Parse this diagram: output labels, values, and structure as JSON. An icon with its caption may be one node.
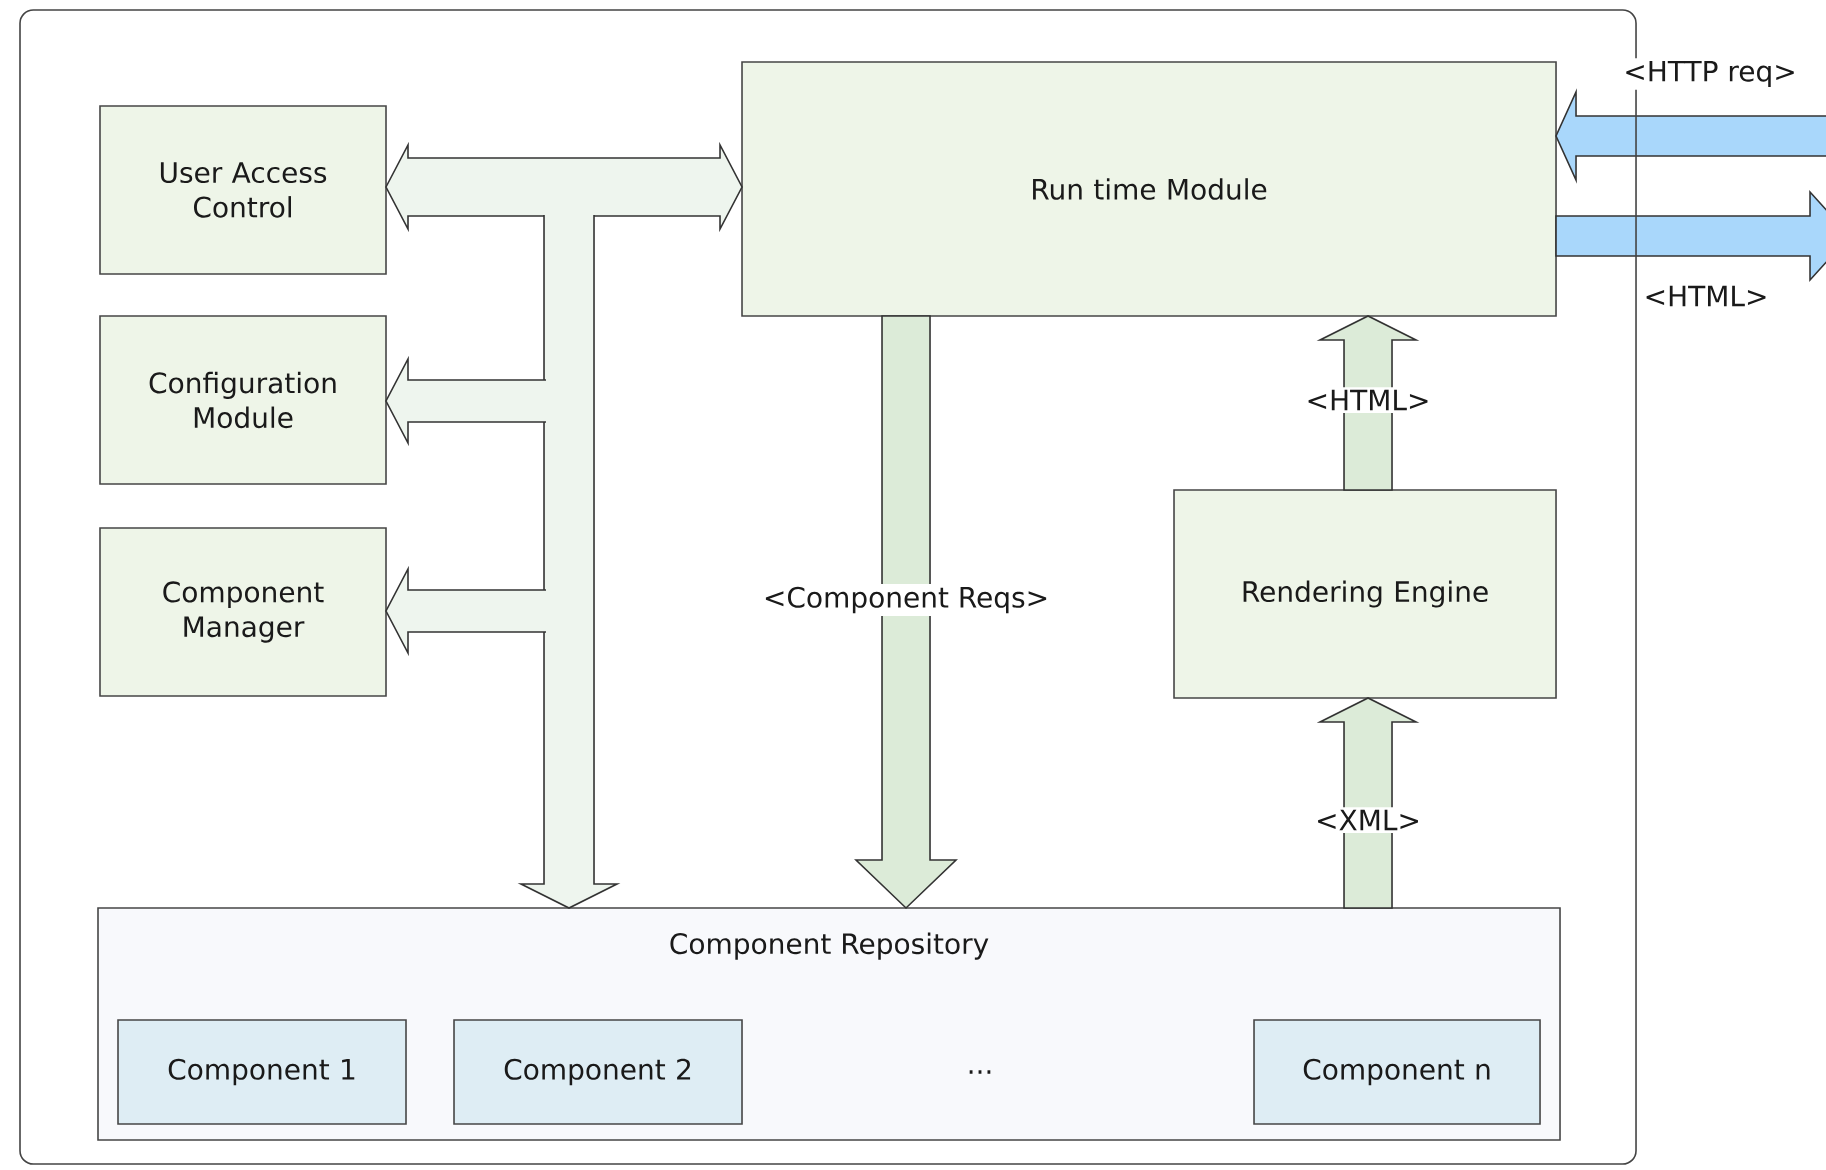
{
  "diagram": {
    "nodes": [
      {
        "text": [
          "User Access Control"
        ]
      },
      {
        "text": [
          "Configuration Module"
        ]
      },
      {
        "text": [
          "Component Manager"
        ]
      },
      {
        "text": [
          "Run time Module"
        ]
      },
      {
        "text": [
          "Rendering Engine"
        ]
      },
      {
        "text": [
          "Component Repository"
        ]
      },
      {
        "text": [
          "Component 1"
        ],
        "in": 5
      },
      {
        "text": [
          "Component 2"
        ],
        "in": 5
      },
      {
        "text": [
          "Component n"
        ],
        "in": 5
      }
    ],
    "edges": [
      {
        "from": 0,
        "to": 3,
        "arrow": "both"
      },
      {
        "from": null,
        "to": 1,
        "arrow": "to"
      },
      {
        "from": null,
        "to": 2,
        "arrow": "to"
      },
      {
        "from": null,
        "to": 5,
        "arrow": "to"
      },
      {
        "from": 3,
        "to": 5,
        "arrow": "to",
        "label": "<Component Reqs>",
        "color": "#dcebd8"
      },
      {
        "from": 5,
        "to": 4,
        "arrow": "to",
        "label": "<XML>",
        "color": "#dcebd8"
      },
      {
        "from": 4,
        "to": 3,
        "arrow": "to",
        "label": "<HTML>",
        "color": "#dcebd8"
      },
      {
        "from": null,
        "to": 3,
        "arrow": "to",
        "label": "<HTTP req>",
        "color": "#a9d7fb"
      },
      {
        "from": 3,
        "to": null,
        "arrow": "to",
        "label": "<HTML>",
        "color": "#a9d7fb"
      }
    ],
    "labels": [
      "..."
    ]
  }
}
